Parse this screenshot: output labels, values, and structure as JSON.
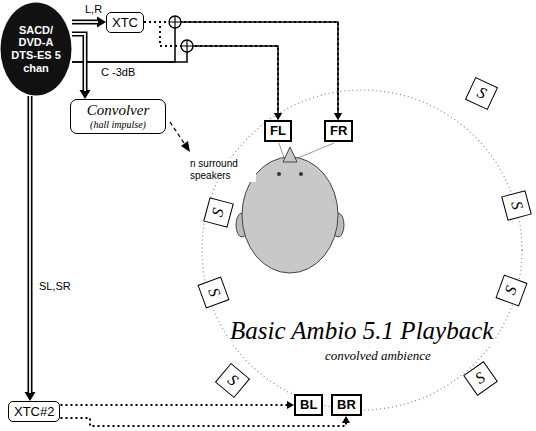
{
  "diagram": {
    "title": "Basic Ambio 5.1 Playback",
    "nodes": [
      {
        "text": [
          "SACD/ DVD-A DTS-ES 5 chan"
        ]
      },
      {
        "text": [
          "XTC"
        ]
      },
      {
        "text": [
          "Convolver",
          "(hall impulse)"
        ]
      },
      {
        "text": [
          "FL"
        ]
      },
      {
        "text": [
          "FR"
        ]
      },
      {
        "text": [
          "XTC#2"
        ]
      },
      {
        "text": [
          "BL"
        ]
      },
      {
        "text": [
          "BR"
        ]
      },
      {
        "text": [
          "S"
        ]
      },
      {
        "text": [
          "S"
        ]
      },
      {
        "text": [
          "S"
        ]
      },
      {
        "text": [
          "S"
        ]
      },
      {
        "text": [
          "S"
        ]
      },
      {
        "text": [
          "S"
        ]
      },
      {
        "text": [
          "S"
        ]
      }
    ],
    "edges": [
      {
        "from": 0,
        "to": 1,
        "arrow": "to",
        "label": "L,R"
      },
      {
        "from": 1,
        "to": 3,
        "arrow": "to"
      },
      {
        "from": 1,
        "to": 4,
        "arrow": "to"
      },
      {
        "from": 0,
        "to": 3,
        "arrow": "to",
        "label": "C -3dB"
      },
      {
        "from": 0,
        "to": 4,
        "arrow": "to"
      },
      {
        "from": 0,
        "to": 2,
        "arrow": "to"
      },
      {
        "from": 0,
        "to": 5,
        "arrow": "to",
        "label": "SL,SR"
      },
      {
        "from": 5,
        "to": 6,
        "arrow": "to"
      },
      {
        "from": 5,
        "to": 7,
        "arrow": "to"
      }
    ],
    "labels": [
      "n surround speakers",
      "convolved ambience"
    ]
  }
}
